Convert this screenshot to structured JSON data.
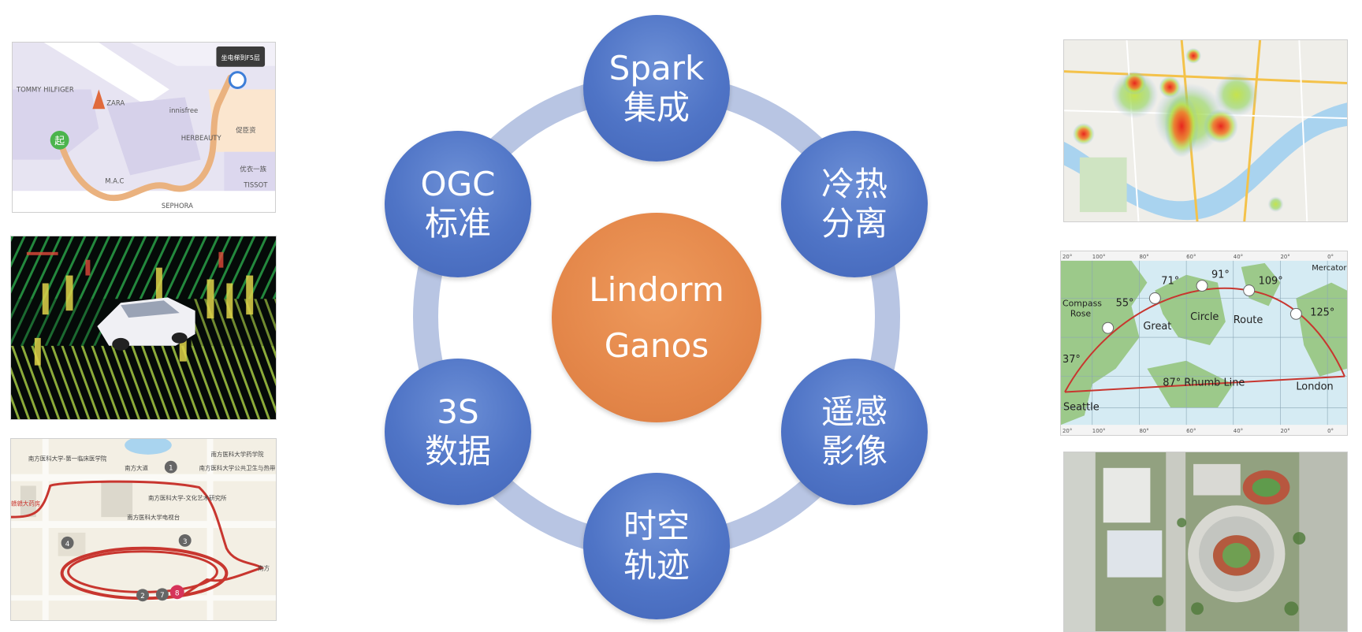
{
  "center": {
    "line1": "Lindorm",
    "line2": "Ganos"
  },
  "nodes": [
    {
      "id": "spark",
      "line1": "Spark",
      "line2": "集成"
    },
    {
      "id": "tiering",
      "line1": "冷热",
      "line2": "分离"
    },
    {
      "id": "remote-sensing",
      "line1": "遥感",
      "line2": "影像"
    },
    {
      "id": "trajectory",
      "line1": "时空",
      "line2": "轨迹"
    },
    {
      "id": "3s",
      "line1": "3S",
      "line2": "数据"
    },
    {
      "id": "ogc",
      "line1": "OGC",
      "line2": "标准"
    }
  ],
  "thumbnails": {
    "indoor_map": {
      "labels": [
        "TOMMY HILFIGER",
        "ZARA",
        "innisfree",
        "HERBEAUTY",
        "促臣资",
        "M.A.C",
        "优衣一族",
        "TISSOT",
        "SEPHORA"
      ],
      "tooltip": "坐电梯到F5层",
      "start_marker": "起"
    },
    "route_map": {
      "labels": [
        "南方医科大学-第一临床医学院",
        "南方医科大学药学院",
        "南方大道",
        "南方医科大学公共卫生与热带医学院",
        "南方医科大学-文化艺术研究所",
        "南方医科大学电视台",
        "赣赣大药房",
        "南方"
      ],
      "markers": [
        "1",
        "2",
        "3",
        "4",
        "7",
        "8"
      ]
    },
    "mercator_map": {
      "projection_label": "Mercator",
      "angles": [
        "55°",
        "71°",
        "91°",
        "109°",
        "125°",
        "37°"
      ],
      "great_circle_words": [
        "Great",
        "Circle",
        "Route"
      ],
      "compass_label": [
        "Compass",
        "Rose"
      ],
      "rhumb_label": "87° Rhumb Line",
      "cities": [
        "Seattle",
        "London"
      ],
      "top_scale": [
        "20°",
        "100°",
        "80°",
        "60°",
        "40°",
        "20°",
        "0°"
      ],
      "bottom_scale": [
        "20°",
        "100°",
        "80°",
        "60°",
        "40°",
        "20°",
        "0°"
      ]
    }
  },
  "colors": {
    "node_blue": "#4f74c6",
    "center_orange": "#e4874a",
    "ring": "#b8c5e3"
  }
}
